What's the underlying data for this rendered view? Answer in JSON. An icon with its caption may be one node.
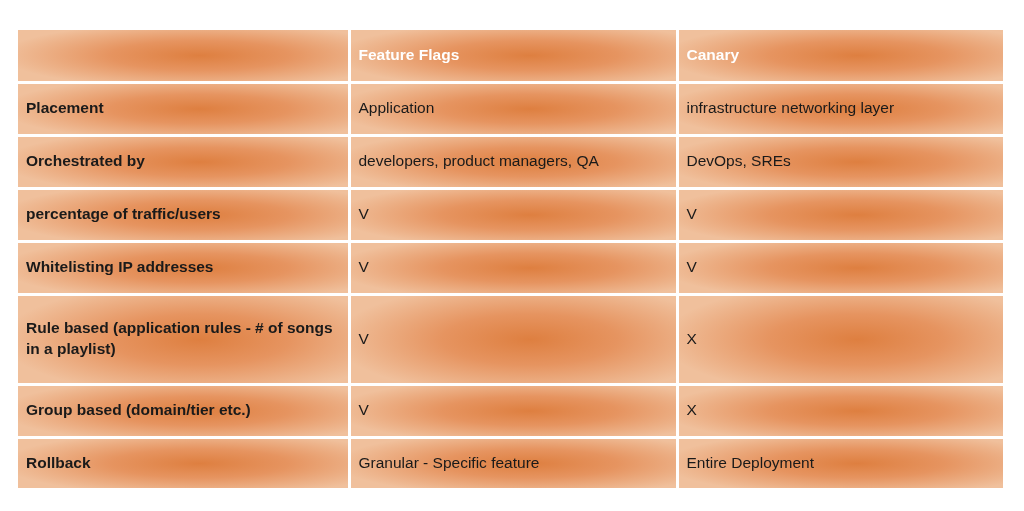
{
  "diagram": {
    "labels": [
      "Feature Flags",
      "Canary",
      "Placement",
      "Application",
      "infrastructure networking layer",
      "Orchestrated by",
      "developers, product managers, QA",
      "DevOps, SREs",
      "percentage of traffic/users",
      "V",
      "V",
      "Whitelisting IP addresses",
      "V",
      "V",
      "Rule based (application rules - # of songs in a playlist)",
      "V",
      "X",
      "Group based (domain/tier etc.)",
      "V",
      "X",
      "Rollback",
      "Granular - Specific feature",
      "Entire Deployment"
    ]
  }
}
